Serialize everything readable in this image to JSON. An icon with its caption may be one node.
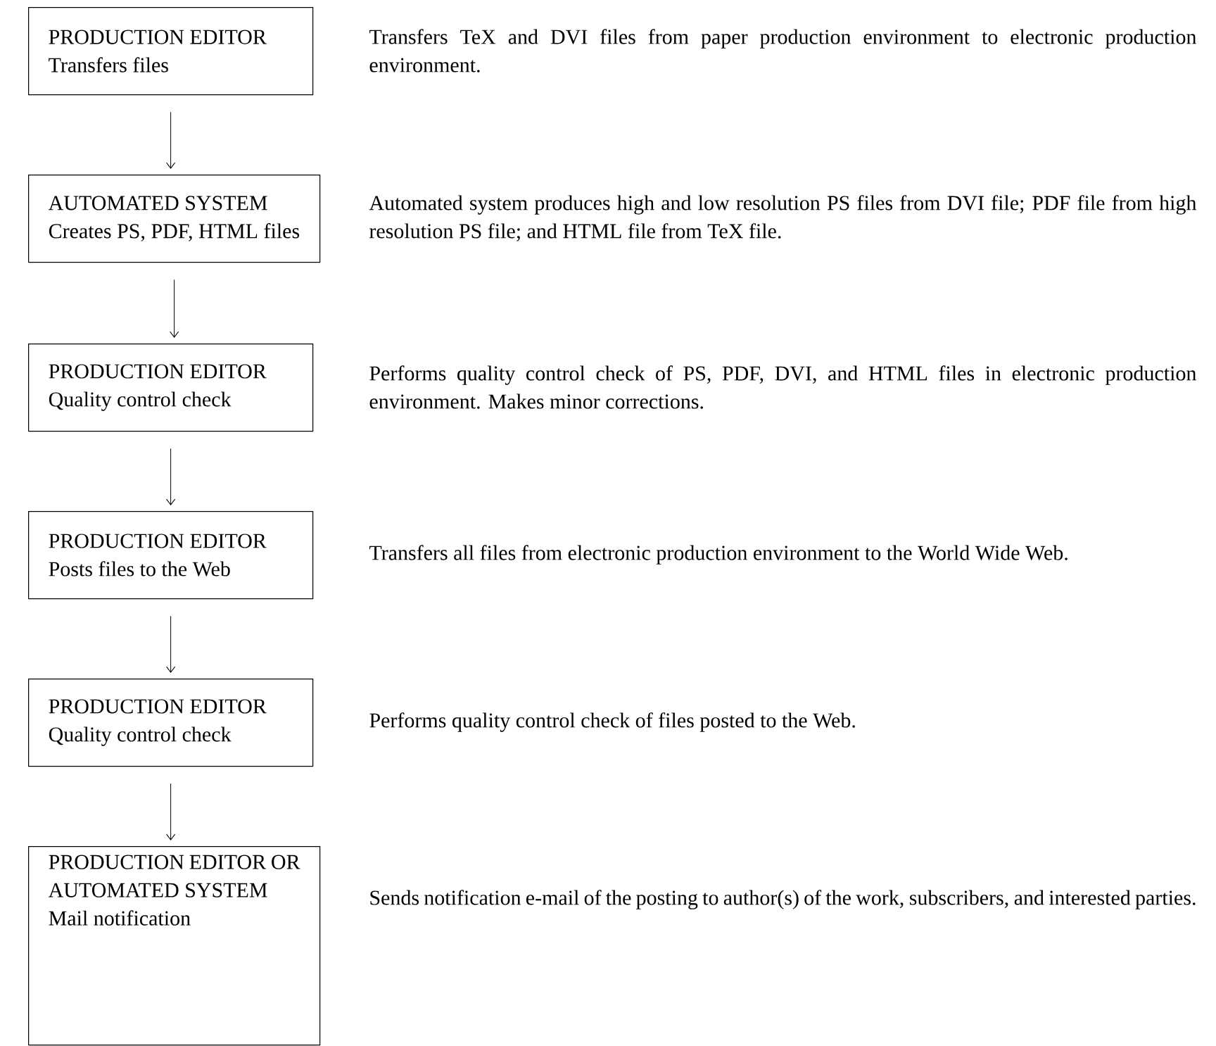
{
  "diagram": {
    "nodes": [
      {
        "text": [
          "PRODUCTION EDITOR",
          "Transfers files"
        ],
        "beside": [
          "Transfers TeX and DVI files from paper production environment to electronic production environment."
        ]
      },
      {
        "text": [
          "AUTOMATED SYSTEM",
          "Creates PS, PDF, HTML files"
        ],
        "beside": [
          "Automated system produces high and low resolution PS files from DVI file; PDF file from high resolution PS file; and HTML file from TeX file."
        ]
      },
      {
        "text": [
          "PRODUCTION EDITOR",
          "Quality control check"
        ],
        "beside": [
          "Performs quality control check of PS, PDF, DVI, and HTML files in electronic production environment. Makes minor corrections."
        ]
      },
      {
        "text": [
          "PRODUCTION EDITOR",
          "Posts files to the Web"
        ],
        "beside": [
          "Transfers all files from electronic production environment to the World Wide Web."
        ]
      },
      {
        "text": [
          "PRODUCTION EDITOR",
          "Quality control check"
        ],
        "beside": [
          "Performs quality control check of files posted to the Web."
        ]
      },
      {
        "text": [
          "PRODUCTION EDITOR OR AUTOMATED SYSTEM",
          "Mail notification"
        ],
        "beside": [
          "Sends notification e-mail of the posting to author(s) of the work, subscribers, and interested parties."
        ]
      }
    ],
    "edges": [
      {
        "from": 0,
        "to": 1,
        "arrow": "to"
      },
      {
        "from": 1,
        "to": 2,
        "arrow": "to"
      },
      {
        "from": 2,
        "to": 3,
        "arrow": "to"
      },
      {
        "from": 3,
        "to": 4,
        "arrow": "to"
      },
      {
        "from": 4,
        "to": 5,
        "arrow": "to"
      }
    ]
  }
}
